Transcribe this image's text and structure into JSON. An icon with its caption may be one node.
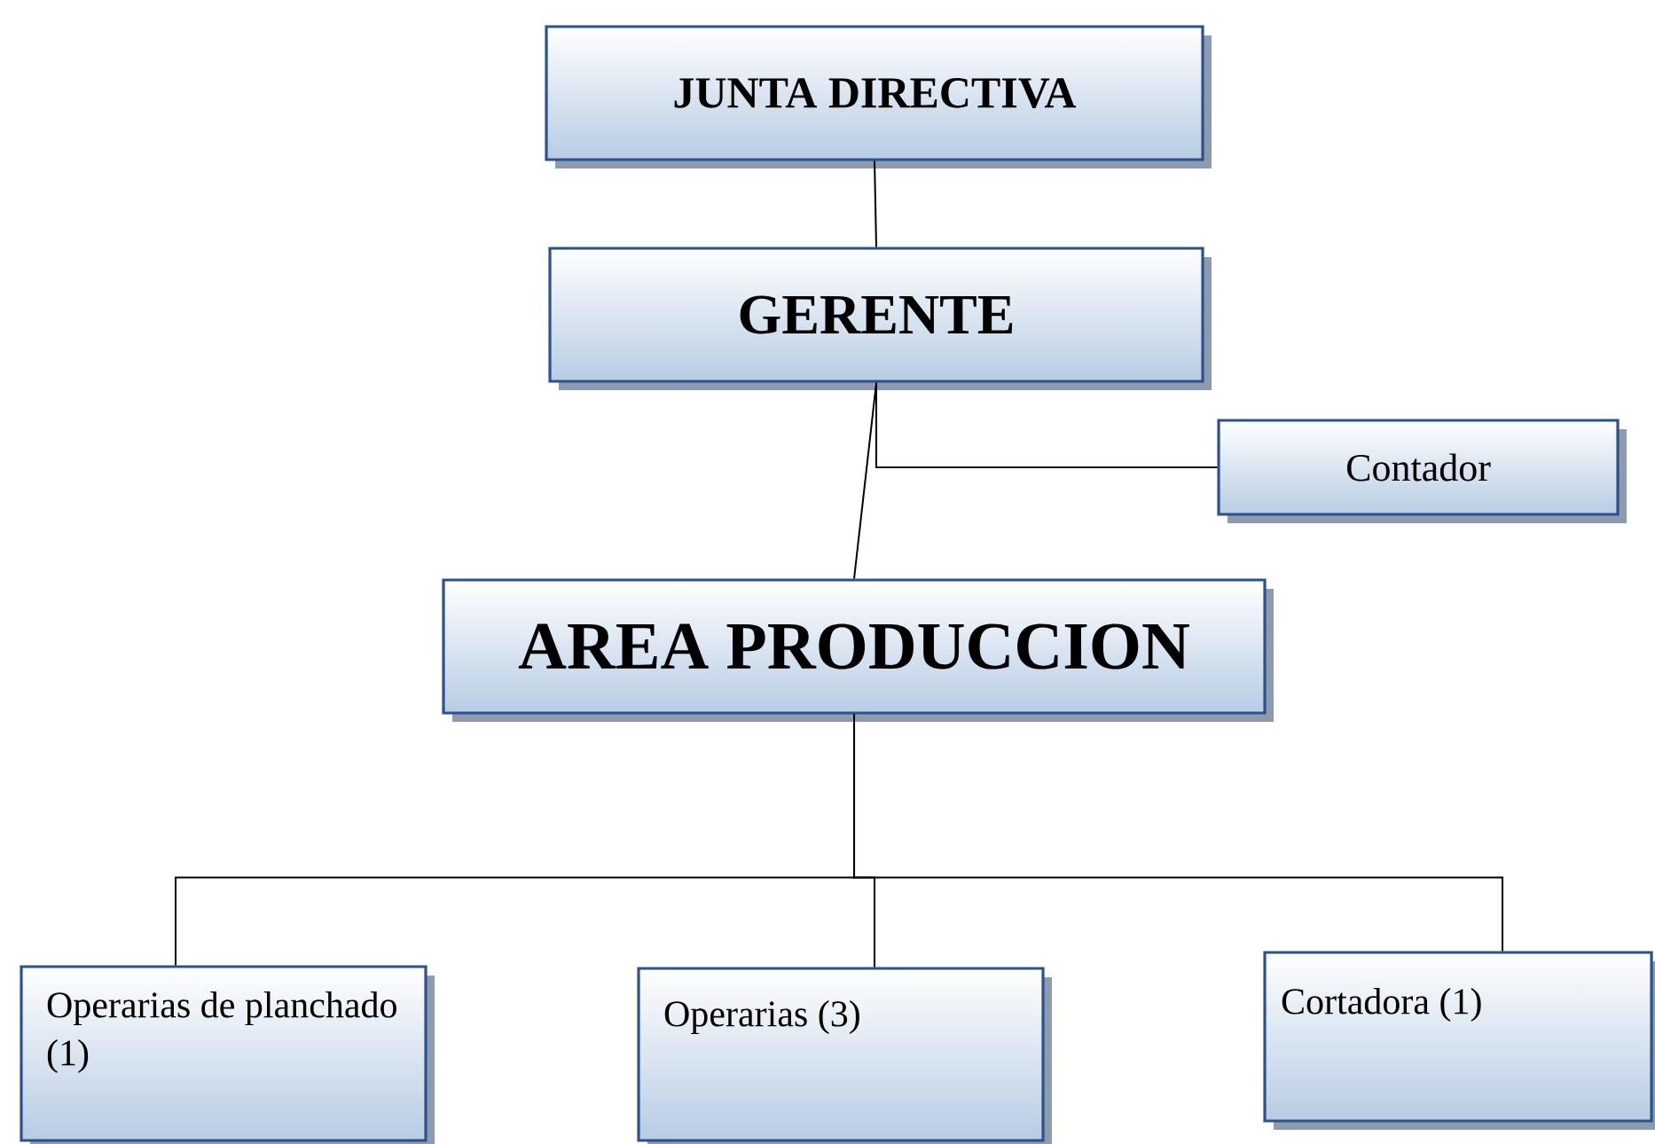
{
  "diagram": {
    "nodes": [
      {
        "text": [
          "JUNTA DIRECTIVA"
        ]
      },
      {
        "text": [
          "GERENTE"
        ]
      },
      {
        "text": [
          "AREA PRODUCCION"
        ]
      },
      {
        "text": [
          "Contador"
        ]
      },
      {
        "text": [
          "Operarias de planchado (1)"
        ]
      },
      {
        "text": [
          "Operarias (3)"
        ]
      },
      {
        "text": [
          "Cortadora (1)"
        ]
      }
    ],
    "edges": [
      {
        "from": 0,
        "to": 1,
        "arrow": "none"
      },
      {
        "from": 1,
        "to": 2,
        "arrow": "none"
      },
      {
        "from": 1,
        "to": 3,
        "arrow": "none"
      },
      {
        "from": 2,
        "to": 4,
        "arrow": "none"
      },
      {
        "from": 2,
        "to": 5,
        "arrow": "none"
      },
      {
        "from": 2,
        "to": 6,
        "arrow": "none"
      }
    ]
  }
}
